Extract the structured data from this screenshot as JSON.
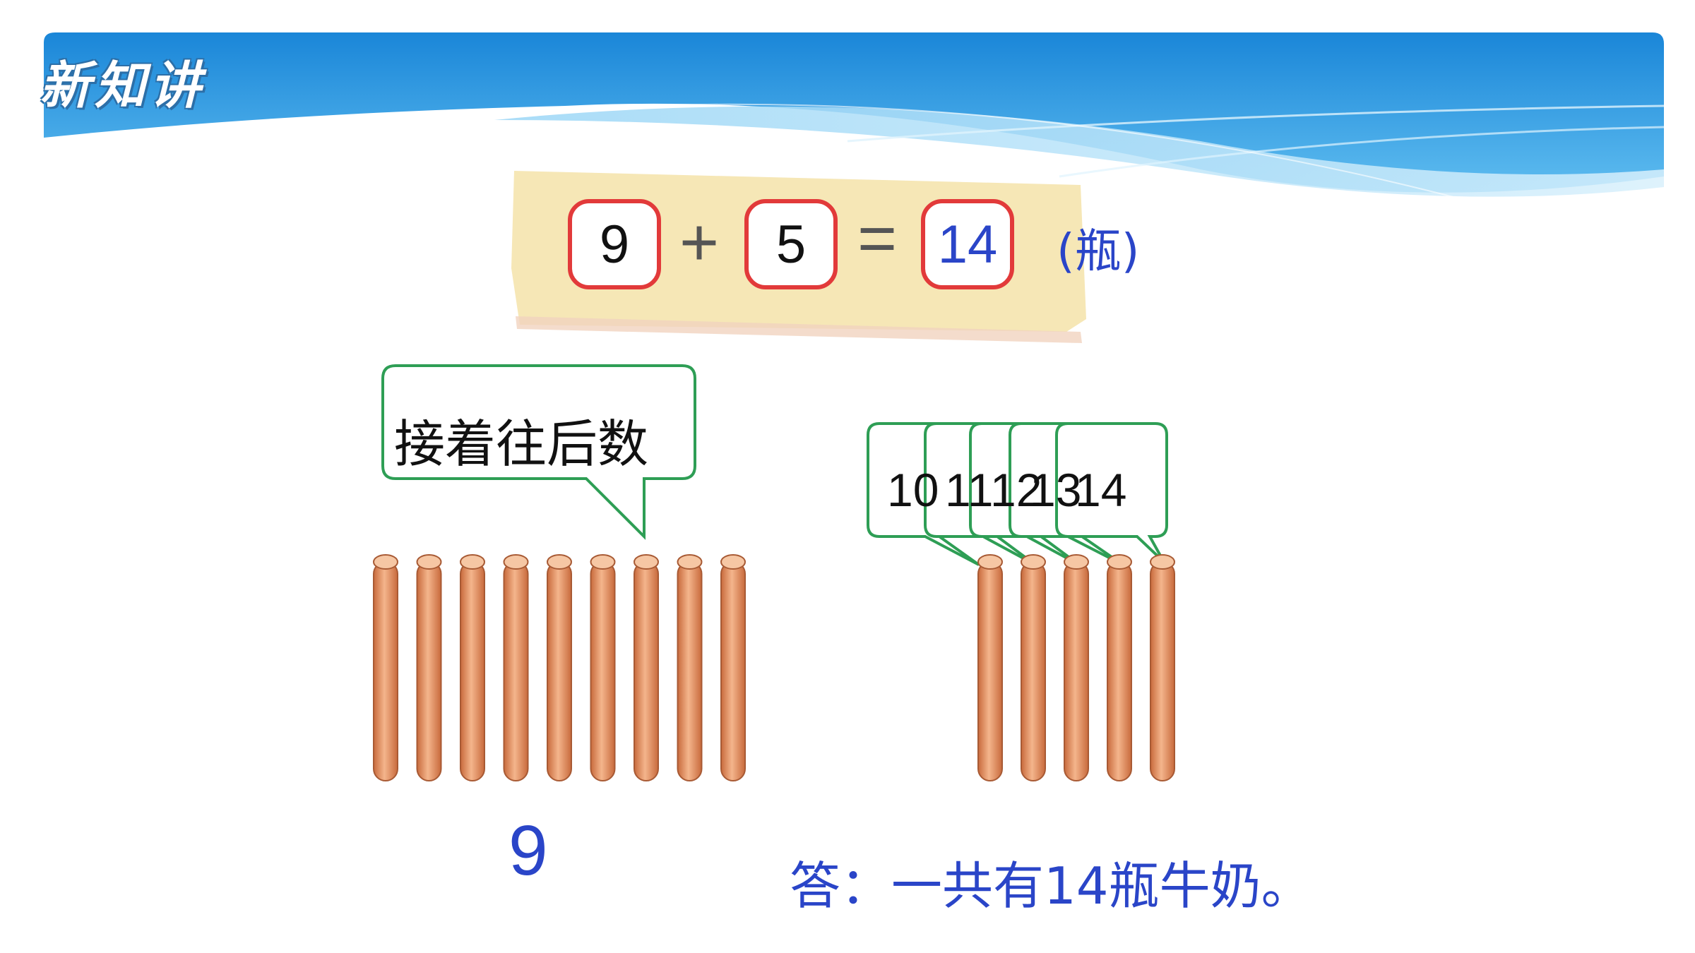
{
  "header": {
    "title": "新知讲"
  },
  "equation": {
    "addend1": "9",
    "plus": "+",
    "addend2": "5",
    "equals": "=",
    "sum": "14",
    "unit": "(瓶)"
  },
  "speech_bubble": {
    "text": "接着往后数"
  },
  "counting_bubbles": [
    "10",
    "11",
    "12",
    "13",
    "14"
  ],
  "left_group": {
    "stick_count": 9,
    "label": "9"
  },
  "right_group": {
    "stick_count": 5
  },
  "answer": {
    "text": "答：一共有14瓶牛奶。"
  },
  "colors": {
    "accent_blue": "#2a45c8",
    "box_border": "#e23a3a",
    "bubble_border": "#2e9e55",
    "stick": "#e08a58",
    "note_paper": "#f6e7b6"
  }
}
